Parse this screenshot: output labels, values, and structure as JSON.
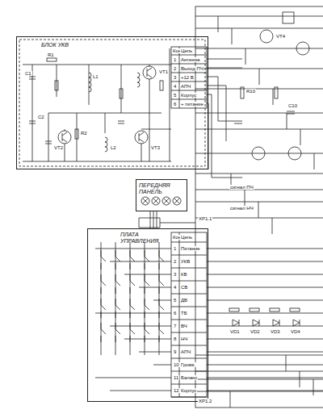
{
  "diagram": {
    "nodes": [
      {
        "text": [
          "БЛОК УКВ"
        ]
      },
      {
        "text": [
          "ПЕРЕДНЯЯ ПАНЕЛЬ"
        ]
      },
      {
        "text": [
          "ПЛАТА УПРАВЛЕНИЯ"
        ]
      }
    ],
    "edges": [
      {
        "from": 1,
        "to": 2,
        "arrow": "none"
      }
    ],
    "labels": [
      "Конт",
      "Цепь",
      "1",
      "Антенна",
      "2",
      "Выход ПЧ",
      "3",
      "+12 В",
      "4",
      "АПЧ",
      "5",
      "Корпус",
      "6",
      "+ питание",
      "Конт",
      "Цепь",
      "1",
      "Питание",
      "2",
      "УКВ",
      "3",
      "КВ",
      "4",
      "СВ",
      "5",
      "ДВ",
      "6",
      "ТБ",
      "7",
      "ВЧ",
      "8",
      "НЧ",
      "9",
      "АПЧ",
      "10",
      "Громк.",
      "11",
      "Баланс",
      "12",
      "Корпус",
      "C1",
      "R1",
      "L1",
      "VT1",
      "C2",
      "R2",
      "L2",
      "VT2",
      "VT3",
      "ХР1.1",
      "ХР1.2",
      "VT4",
      "R10",
      "C10",
      "VD1",
      "VD2",
      "VD3",
      "VD4",
      "сигнал ПЧ",
      "сигнал НЧ"
    ]
  }
}
